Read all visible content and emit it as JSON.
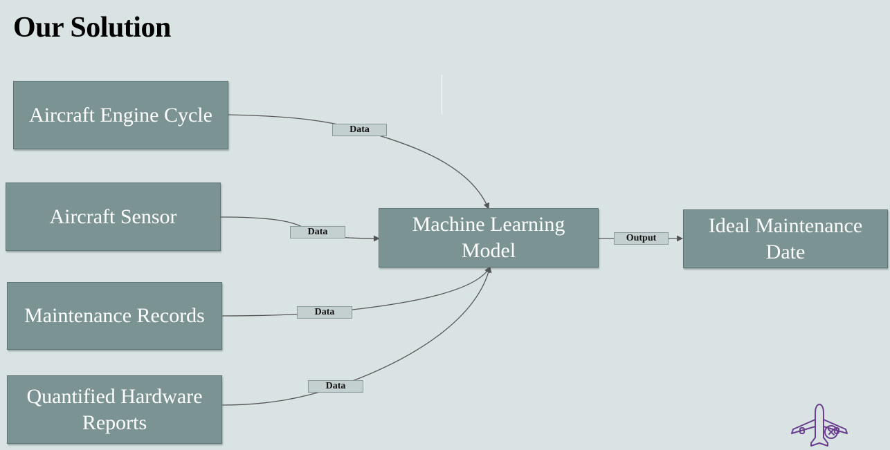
{
  "title": "Our Solution",
  "nodes": {
    "engine_cycle": "Aircraft Engine Cycle",
    "sensor": "Aircraft Sensor",
    "maintenance_records": "Maintenance Records",
    "hardware_reports": "Quantified Hardware Reports",
    "ml_model": "Machine Learning Model",
    "maintenance_date": "Ideal Maintenance Date"
  },
  "edges": {
    "engine_cycle_label": "Data",
    "sensor_label": "Data",
    "maintenance_records_label": "Data",
    "hardware_reports_label": "Data",
    "output_label": "Output"
  },
  "logo": {
    "icon": "airplane-wrench-icon",
    "color": "#6a3d8e"
  },
  "colors": {
    "background": "#d9e3e3",
    "node_fill": "#7b9393",
    "tag_fill": "#c4cfcf",
    "connector": "#555555"
  }
}
